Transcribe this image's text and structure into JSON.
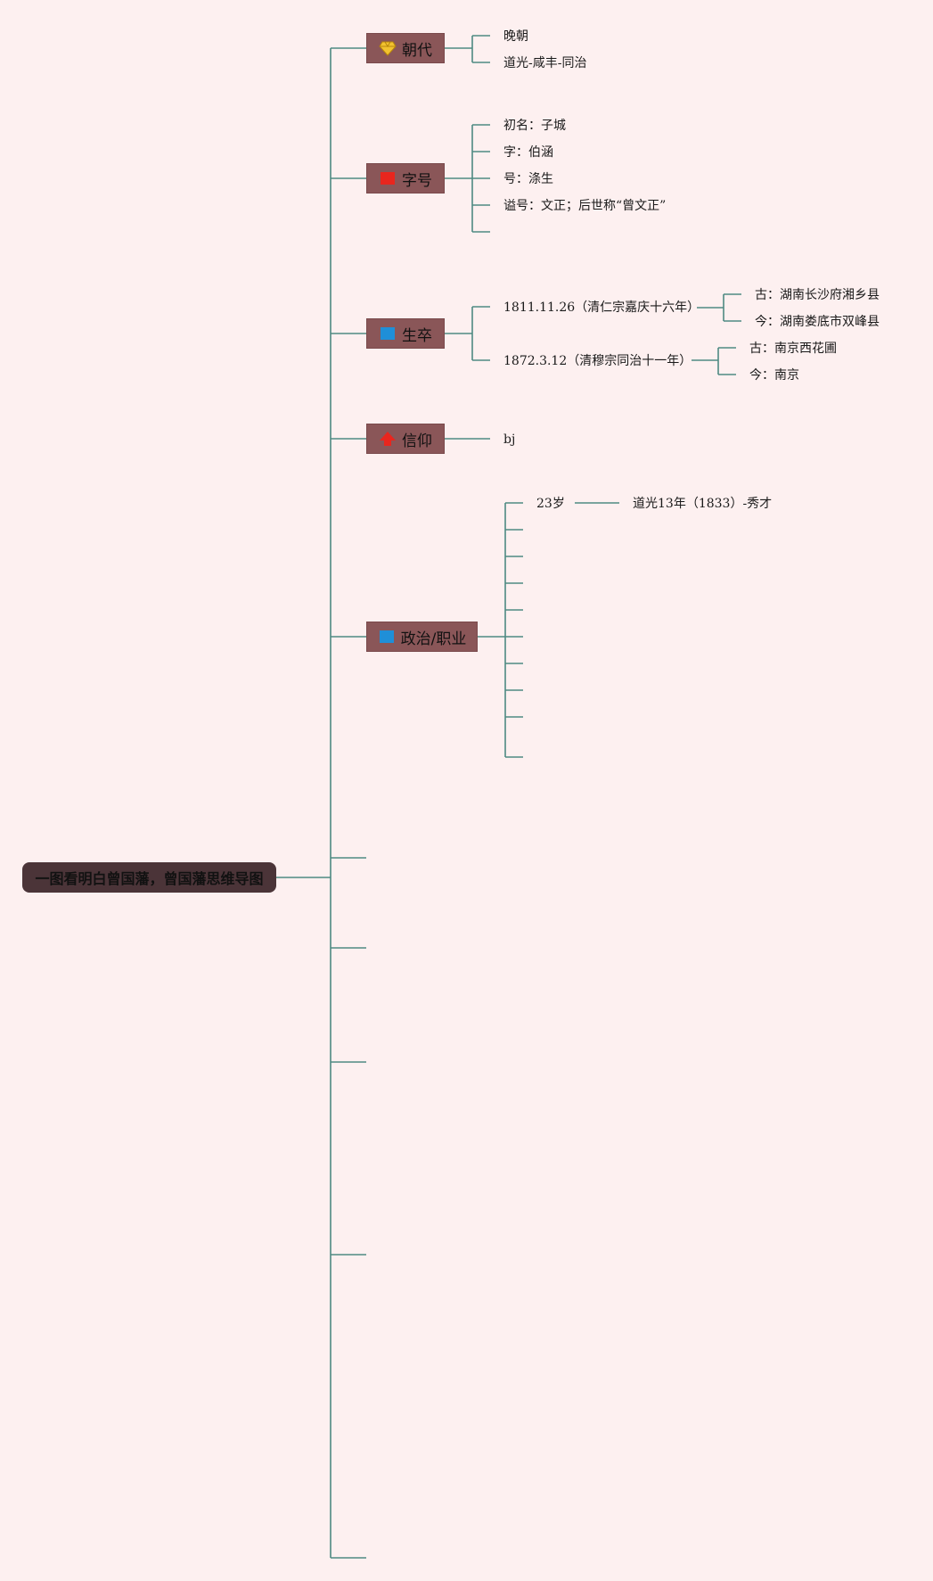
{
  "root": {
    "title": "一图看明白曾国藩，曾国藩思维导图"
  },
  "topics": {
    "dynasty": {
      "label": "朝代",
      "icon": "diamond-icon"
    },
    "names": {
      "label": "字号",
      "icon": "red-flag-icon"
    },
    "lifespan": {
      "label": "生卒",
      "icon": "blue-flag-icon"
    },
    "belief": {
      "label": "信仰",
      "icon": "red-arrow-icon"
    },
    "career": {
      "label": "政治/职业",
      "icon": "blue-flag-icon"
    }
  },
  "dynasty": [
    "晚朝",
    "道光-咸丰-同治"
  ],
  "names": [
    "初名：子城",
    "字：伯涵",
    "号：涤生",
    "谥号：文正；后世称“曾文正”"
  ],
  "birth": {
    "date": "1811.11.26（清仁宗嘉庆十六年）",
    "ancient": "古：湖南长沙府湘乡县",
    "modern": "今：湖南娄底市双峰县"
  },
  "death": {
    "date": "1872.3.12（清穆宗同治十一年）",
    "ancient": "古：南京西花圃",
    "modern": "今：南京"
  },
  "belief": [
    "bj"
  ],
  "career": {
    "age": "23岁",
    "event": "道光13年（1833）-秀才"
  },
  "colors": {
    "line": "#4e8a82",
    "topic": "#8a5658",
    "root": "#4b3438",
    "background": "#fdf0f0"
  }
}
